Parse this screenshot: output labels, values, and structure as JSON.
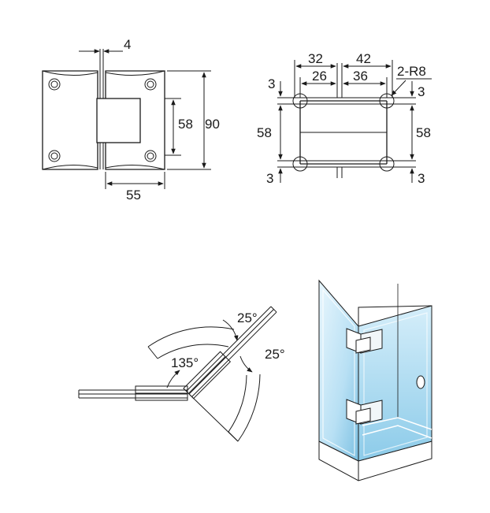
{
  "front_view": {
    "thickness_label": "4",
    "inner_height_label": "58",
    "total_height_label": "90",
    "width_label": "55"
  },
  "cutout_view": {
    "left_outer_label": "32",
    "left_inner_label": "26",
    "right_outer_label": "42",
    "right_inner_label": "36",
    "radius_label": "2-R8",
    "left_top_margin_label": "3",
    "left_height_label": "58",
    "left_bottom_margin_label": "3",
    "right_top_margin_label": "3",
    "right_height_label": "58",
    "right_bottom_margin_label": "3"
  },
  "angle_view": {
    "angle_main_label": "135°",
    "angle_upper_label": "25°",
    "angle_right_label": "25°"
  },
  "colors": {
    "line": "#1a1a1a",
    "glass_light": "#dff1fb",
    "glass_mid": "#a9d8f0",
    "glass_dark": "#6fb7de",
    "hardware": "#f4f7fa",
    "base": "#ffffff"
  }
}
